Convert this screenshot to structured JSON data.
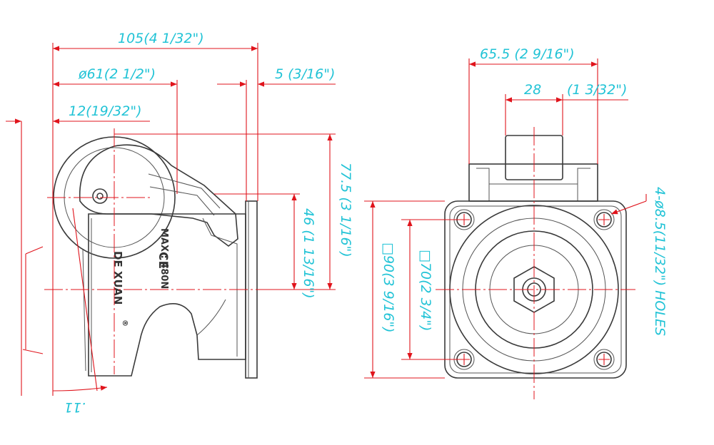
{
  "dimensions": {
    "overall_length": "105(4 1/32\")",
    "wheel_diameter": "ø61(2 1/2\")",
    "plate_thickness": "5 (3/16\")",
    "offset": "12(19/32\")",
    "overall_height": "77.5 (3 1/16\")",
    "plate_center_height": "46 (1 13/16\")",
    "bracket_width": "65.5 (2 9/16\")",
    "stem_width": "28",
    "stem_width_inch": "(1 3/32\")",
    "plate_size": "□90(3 9/16\")",
    "hole_spacing": "□70(2 3/4\")",
    "holes": "4-ø8.5(11/32\") HOLES",
    "bottom_partial": ".11"
  },
  "markings": {
    "brand": "DE XUAN",
    "load": "MAX : 480N",
    "cert": "CE",
    "registered": "®"
  },
  "colors": {
    "dimension_line": "#e0141c",
    "dimension_text": "#22c3d6",
    "outline": "#3a3a3a"
  }
}
